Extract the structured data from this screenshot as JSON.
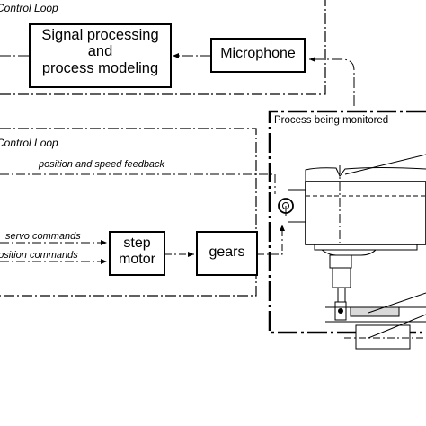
{
  "loops": {
    "upper_title": "Control Loop",
    "lower_title": "Control Loop"
  },
  "blocks": {
    "signal_processing": [
      "Signal processing",
      "and",
      "process modeling"
    ],
    "microphone": "Microphone",
    "step_motor": [
      "step",
      "motor"
    ],
    "gears": "gears",
    "process": "Process being monitored"
  },
  "signals": {
    "feedback": "position and speed feedback",
    "servo": "servo commands",
    "position": "position commands"
  },
  "colors": {
    "line": "#000000",
    "background": "#ffffff"
  }
}
